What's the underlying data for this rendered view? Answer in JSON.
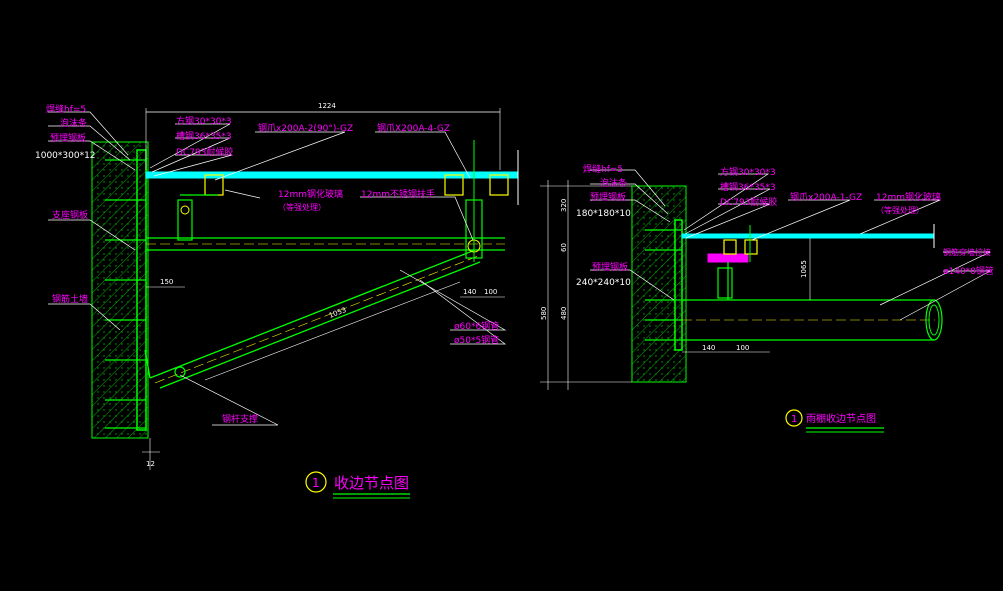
{
  "colors": {
    "background": "#000000",
    "line": "#00ff00",
    "text": "#ff00ff",
    "glass": "#00ffff",
    "dim": "#ffffff",
    "hatch": "#00aa00",
    "fitting": "#ffff00"
  },
  "left": {
    "labels": {
      "weld": "焊缝hf=5",
      "foam": "泡沫条",
      "embed_plate_a": "预埋钢板",
      "plate_1000": "1000*300*12",
      "square_tube": "方钢30*30*3",
      "channel": "槽钢36*35*3",
      "dc793": "DC793耐候胶",
      "fitting_a": "钢爪x200A-2(90°)-GZ",
      "fitting_b": "钢爪X200A-4-GZ",
      "glass": "12mm钢化玻璃",
      "glass_note": "（等强处理）",
      "rail": "12mm不锈钢扶手",
      "anchor": "支座钢板",
      "concrete": "钢筋土墙",
      "brace": "钢杆支撑",
      "pipe60": "ø60*6钢管",
      "pipe50": "ø50*5钢管"
    },
    "dims": {
      "top": "1224",
      "d150": "150",
      "d140": "140",
      "d100": "100",
      "diag": "1053",
      "bottom": "12"
    },
    "title_no": "1",
    "title": "收边节点图"
  },
  "right": {
    "labels": {
      "weld": "焊缝hf=5",
      "foam": "泡沫条",
      "embed_plate": "预埋钢板",
      "plate_180": "180*180*10",
      "square_tube": "方钢30*30*3",
      "channel": "槽钢36*35*3",
      "dc793": "DC793耐候胶",
      "fitting": "钢爪x200A-1-GZ",
      "glass": "12mm钢化玻璃",
      "glass_note": "（等强处理）",
      "embed_plate_b": "预埋钢板",
      "plate_240": "240*240*10",
      "steel_rod": "钢筋穿墙拉接",
      "pipe140": "ø140*8钢管"
    },
    "dims": {
      "v1": "320",
      "v2": "60",
      "v3": "480",
      "v4": "580",
      "d140": "140",
      "d100": "100",
      "h": "1065"
    },
    "title_no": "1",
    "title": "雨棚收边节点图"
  }
}
